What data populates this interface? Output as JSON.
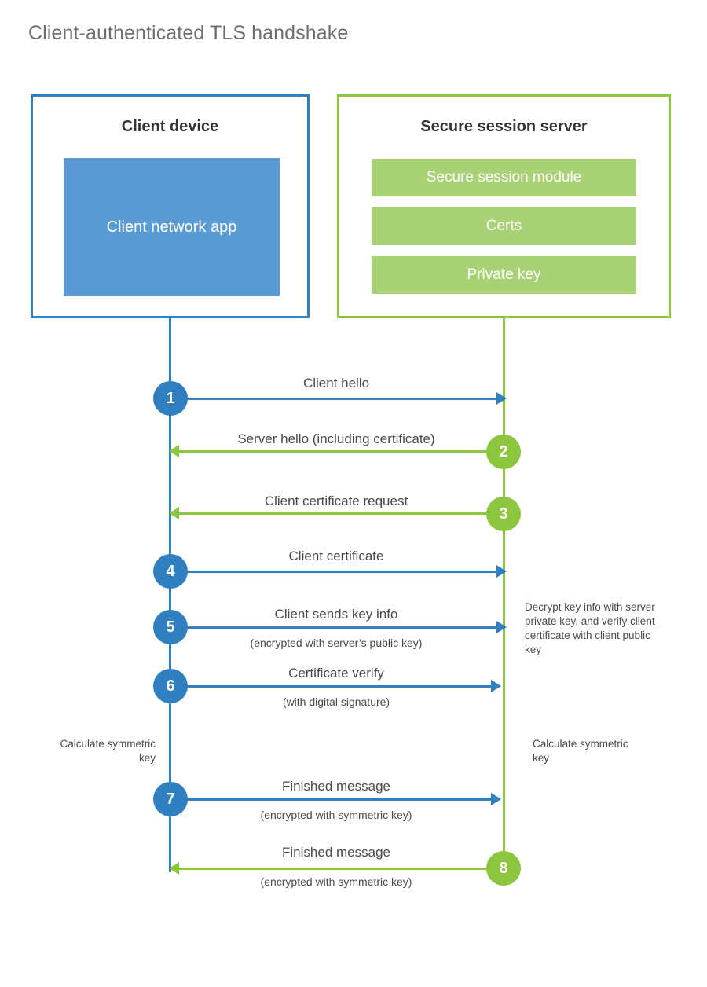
{
  "page": {
    "title": "Client-authenticated TLS handshake",
    "background": "#ffffff"
  },
  "colors": {
    "client_blue": "#2f7fc1",
    "client_app_fill": "#5b9bd5",
    "server_green": "#8cc63f",
    "server_bar_fill": "#a9d175",
    "title_gray": "#6f6f6f",
    "text_gray": "#4a4a4a"
  },
  "client": {
    "title": "Client device",
    "app_label": "Client network app"
  },
  "server": {
    "title": "Secure session server",
    "components": [
      {
        "label": "Secure session module"
      },
      {
        "label": "Certs"
      },
      {
        "label": "Private key"
      }
    ]
  },
  "steps": [
    {
      "number": "1",
      "label": "Client hello",
      "sublabel": "",
      "direction": "client-to-server",
      "color": "blue"
    },
    {
      "number": "2",
      "label": "Server hello (including certificate)",
      "sublabel": "",
      "direction": "server-to-client",
      "color": "green"
    },
    {
      "number": "3",
      "label": "Client certificate request",
      "sublabel": "",
      "direction": "server-to-client",
      "color": "green"
    },
    {
      "number": "4",
      "label": "Client certificate",
      "sublabel": "",
      "direction": "client-to-server",
      "color": "blue"
    },
    {
      "number": "5",
      "label": "Client sends key info",
      "sublabel": "(encrypted with server’s public key)",
      "direction": "client-to-server",
      "color": "blue"
    },
    {
      "number": "6",
      "label": "Certificate verify",
      "sublabel": "(with digital signature)",
      "direction": "client-to-server",
      "color": "blue"
    },
    {
      "number": "7",
      "label": "Finished message",
      "sublabel": "(encrypted with symmetric key)",
      "direction": "client-to-server",
      "color": "blue"
    },
    {
      "number": "8",
      "label": "Finished message",
      "sublabel": "(encrypted with symmetric key)",
      "direction": "server-to-client",
      "color": "green"
    }
  ],
  "notes": {
    "server_decrypt": "Decrypt key info with server private key, and verify client certificate with client public key",
    "client_calculate": "Calculate symmetric key",
    "server_calculate": "Calculate symmetric key"
  }
}
